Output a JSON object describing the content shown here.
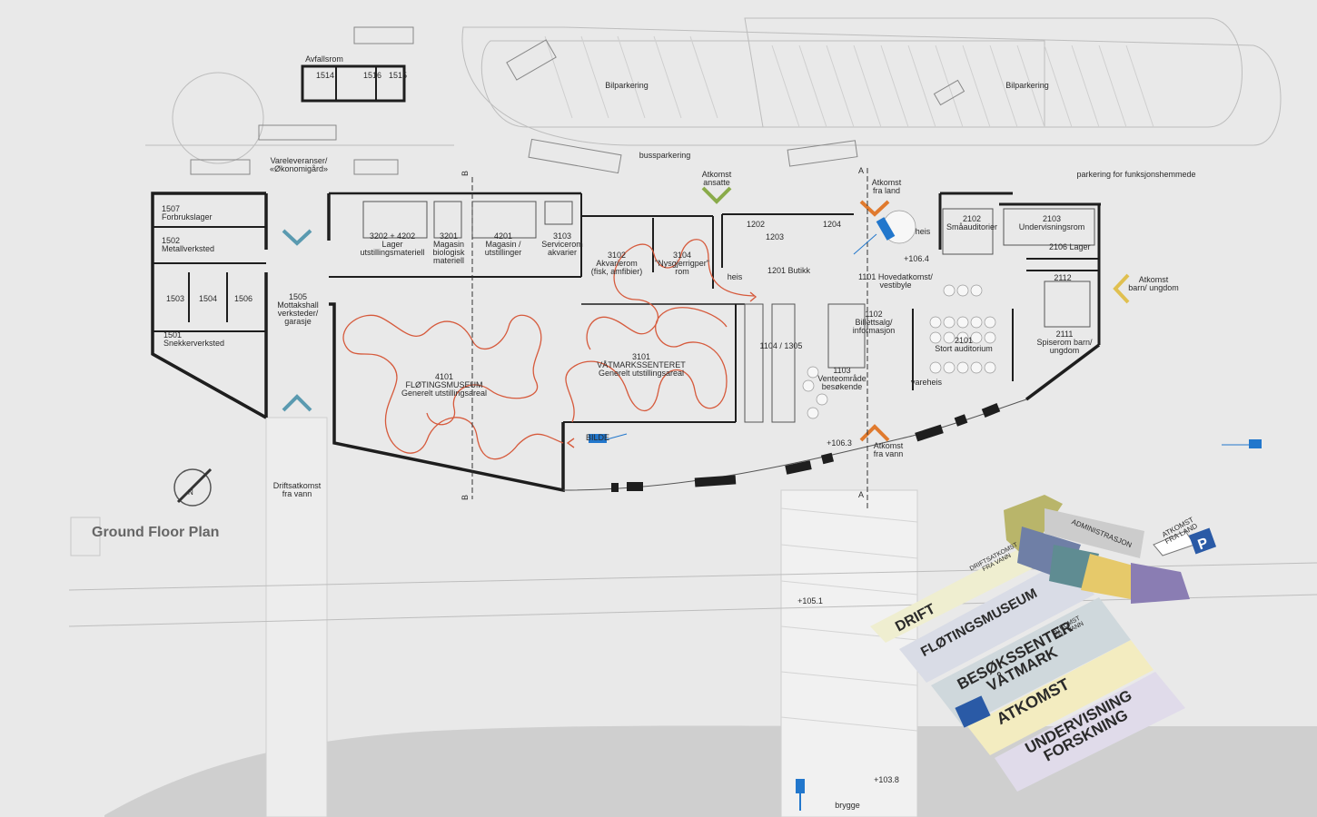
{
  "title": "Ground Floor Plan",
  "north_label": "N",
  "rooms": [
    {
      "id": "r1514",
      "label": "1514"
    },
    {
      "id": "r1516",
      "label": "1516"
    },
    {
      "id": "r1515",
      "label": "1515"
    },
    {
      "id": "avfall",
      "label": "Avfallsrom"
    },
    {
      "id": "r1507",
      "label": "1507\nForbrukslager"
    },
    {
      "id": "r1502",
      "label": "1502\nMetallverksted"
    },
    {
      "id": "r1503",
      "label": "1503"
    },
    {
      "id": "r1504",
      "label": "1504"
    },
    {
      "id": "r1506",
      "label": "1506"
    },
    {
      "id": "r1501",
      "label": "1501\nSnekkerverksted"
    },
    {
      "id": "r1505",
      "label": "1505\nMottakshall\nverksteder/\ngarasje"
    },
    {
      "id": "r3202",
      "label": "3202 + 4202\nLager\nutstillingsmateriell"
    },
    {
      "id": "r3201",
      "label": "3201\nMagasin\nbiologisk\nmateriell"
    },
    {
      "id": "r4201",
      "label": "4201\nMagasin /\nutstillinger"
    },
    {
      "id": "r3103",
      "label": "3103\nServicerom\nakvarier"
    },
    {
      "id": "r3102",
      "label": "3102\nAkvarierom\n(fisk, amfibier)"
    },
    {
      "id": "r3104",
      "label": "3104\n\"Nysgjerrigper\"\nrom"
    },
    {
      "id": "r4101",
      "label": "4101\nFLØTINGSMUSEUM\nGenerelt utstillingsareal"
    },
    {
      "id": "r3101",
      "label": "3101\nVÅTMARKSSENTERET\nGenerelt utstillingsareal"
    },
    {
      "id": "r1202",
      "label": "1202"
    },
    {
      "id": "r1203",
      "label": "1203"
    },
    {
      "id": "r1204",
      "label": "1204"
    },
    {
      "id": "r1201",
      "label": "1201  Butikk"
    },
    {
      "id": "heis1",
      "label": "heis"
    },
    {
      "id": "r1101",
      "label": "1101 Hovedatkomst/\nvestibyle"
    },
    {
      "id": "r1102",
      "label": "1102\nBillettsalg/\ninformasjon"
    },
    {
      "id": "r1104",
      "label": "1104 / 1305"
    },
    {
      "id": "r1103",
      "label": "1103\nVenteområde\nbesøkende"
    },
    {
      "id": "r2102",
      "label": "2102\nSmåauditorier"
    },
    {
      "id": "r2103",
      "label": "2103\nUndervisningsrom"
    },
    {
      "id": "r2106",
      "label": "2106 Lager"
    },
    {
      "id": "r2112",
      "label": "2112"
    },
    {
      "id": "r2101",
      "label": "2101\nStort auditorium"
    },
    {
      "id": "r2111",
      "label": "2111\nSpiserom barn/\nungdom"
    },
    {
      "id": "heis2",
      "label": "heis"
    },
    {
      "id": "vareheis",
      "label": "vareheis"
    }
  ],
  "site_labels": [
    {
      "id": "bilp1",
      "label": "Bilparkering"
    },
    {
      "id": "bilp2",
      "label": "Bilparkering"
    },
    {
      "id": "buss",
      "label": "bussparkering"
    },
    {
      "id": "hc",
      "label": "parkering for funksjonshemmede"
    },
    {
      "id": "vare",
      "label": "Vareleveranser/\n«Økonomigård»"
    },
    {
      "id": "ans",
      "label": "Atkomst\nansatte"
    },
    {
      "id": "land",
      "label": "Atkomst\nfra land"
    },
    {
      "id": "barn",
      "label": "Atkomst\nbarn/ ungdom"
    },
    {
      "id": "vann",
      "label": "Atkomst\nfra vann"
    },
    {
      "id": "drift",
      "label": "Driftsatkomst\nfra vann"
    },
    {
      "id": "brygge",
      "label": "brygge"
    },
    {
      "id": "e1064",
      "label": "+106.4"
    },
    {
      "id": "e1063",
      "label": "+106.3"
    },
    {
      "id": "e1051",
      "label": "+105.1"
    },
    {
      "id": "e1038",
      "label": "+103.8"
    },
    {
      "id": "secA1",
      "label": "A"
    },
    {
      "id": "secA2",
      "label": "A"
    },
    {
      "id": "secB1",
      "label": "B"
    },
    {
      "id": "secB2",
      "label": "B"
    },
    {
      "id": "bilde",
      "label": "BILDE"
    }
  ],
  "zones": [
    {
      "id": "z_drift",
      "label": "DRIFT",
      "color": "#efeed0"
    },
    {
      "id": "z_flot",
      "label": "FLØTINGSMUSEUM",
      "color": "#d9dce6"
    },
    {
      "id": "z_bes",
      "label": "BESØKSSENTER\nVÅTMARK",
      "color": "#cfd8dc"
    },
    {
      "id": "z_atk",
      "label": "ATKOMST",
      "color": "#f3ecc0"
    },
    {
      "id": "z_und",
      "label": "UNDERVISNING\nFORSKNING",
      "color": "#e0dbea"
    }
  ],
  "axo_labels": [
    {
      "id": "adm",
      "label": "ADMINISTRASJON"
    },
    {
      "id": "ax_land",
      "label": "ATKOMST\nFRA LAND"
    },
    {
      "id": "ax_vann",
      "label": "ATKOMST\nFRA VANN"
    },
    {
      "id": "ax_drift",
      "label": "DRIFTSATKOMST\nFRA VANN"
    }
  ],
  "colors": {
    "route": "#d65a3c",
    "arrow_green": "#8aab4a",
    "arrow_orange": "#e07a2e",
    "arrow_teal": "#5a9ab0",
    "arrow_yellow": "#e0c050",
    "marker_blue": "#2277cc",
    "axo_olive": "#b9b56a",
    "axo_navy": "#6f7fa6",
    "axo_teal": "#5f8c92",
    "axo_yellow": "#e6c96a",
    "axo_purple": "#8a7db3"
  }
}
